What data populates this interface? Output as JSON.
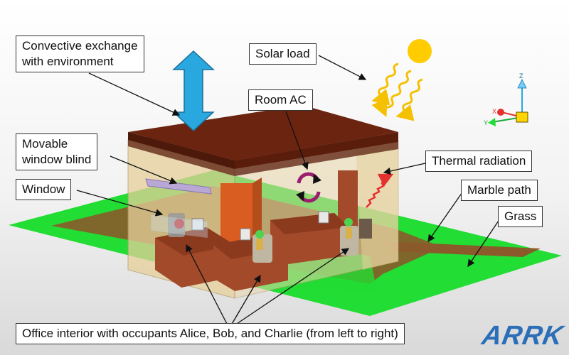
{
  "labels": {
    "convective_line1": "Convective exchange",
    "convective_line2": "with environment",
    "solar_load": "Solar load",
    "room_ac": "Room AC",
    "blind_line1": "Movable",
    "blind_line2": "window blind",
    "thermal_radiation": "Thermal radiation",
    "window": "Window",
    "marble_path": "Marble path",
    "grass": "Grass",
    "office_interior": "Office interior with occupants Alice, Bob, and Charlie (from left to right)"
  },
  "axis_triad": {
    "z": "Z",
    "x": "X",
    "y": "Y"
  },
  "logo": "ARRK",
  "colors": {
    "grass": "#22dd33",
    "marble": "#8a5a2b",
    "roof": "#6b2410",
    "wall": "#e6cf9a",
    "sun": "#ffcc00",
    "rays": "#f5c000",
    "arrow": "#29a8e0",
    "radiation": "#e53030",
    "desk": "#a24a2a",
    "ac_arrow": "#9b1e6e"
  }
}
